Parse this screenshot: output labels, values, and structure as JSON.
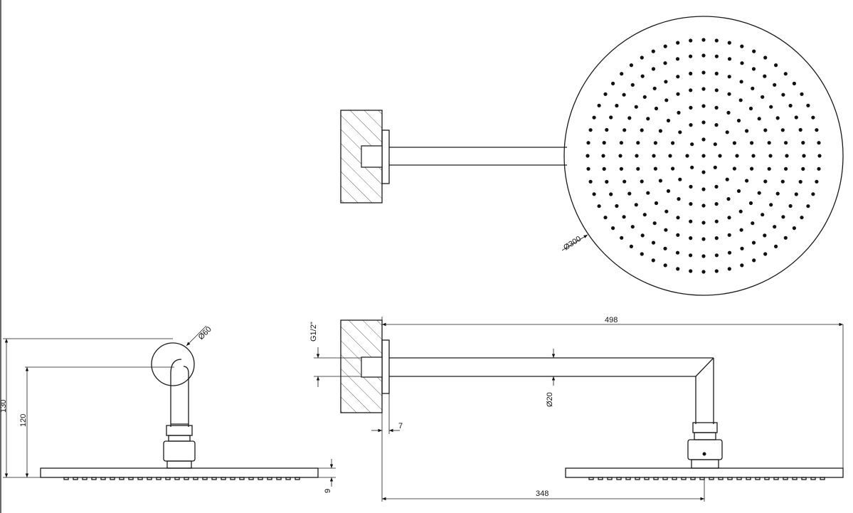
{
  "drawing": {
    "dimensions": {
      "head_diameter": "Ø300",
      "flange_diameter": "Ø60",
      "total_height": "130",
      "arm_height": "120",
      "head_thickness": "9",
      "thread": "G1/2\"",
      "arm_length": "498",
      "arm_diameter": "Ø20",
      "flange_offset": "7",
      "wall_to_head_center": "348"
    }
  }
}
